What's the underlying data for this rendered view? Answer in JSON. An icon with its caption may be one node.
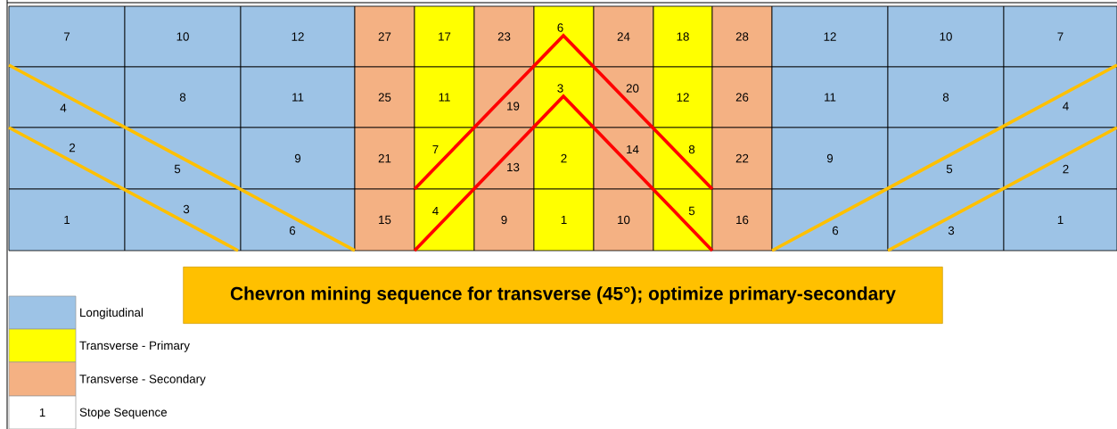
{
  "diagram": {
    "title": "Chevron mining sequence for transverse (45°); optimize primary-secondary",
    "labels": [
      "7",
      "10",
      "12",
      "27",
      "17",
      "23",
      "6",
      "24",
      "18",
      "28",
      "12",
      "10",
      "7",
      "4",
      "8",
      "11",
      "25",
      "11",
      "19",
      "3",
      "20",
      "12",
      "26",
      "11",
      "8",
      "4",
      "2",
      "5",
      "9",
      "21",
      "7",
      "13",
      "2",
      "14",
      "8",
      "22",
      "9",
      "5",
      "2",
      "1",
      "3",
      "6",
      "15",
      "4",
      "9",
      "1",
      "10",
      "5",
      "16",
      "6",
      "3",
      "1",
      "1"
    ],
    "legend": [
      {
        "text": "Longitudinal",
        "color": "#9dc3e6"
      },
      {
        "text": "Transverse - Primary",
        "color": "#ffff00"
      },
      {
        "text": "Transverse - Secondary",
        "color": "#f4b183"
      },
      {
        "text": "Stope Sequence"
      }
    ]
  }
}
